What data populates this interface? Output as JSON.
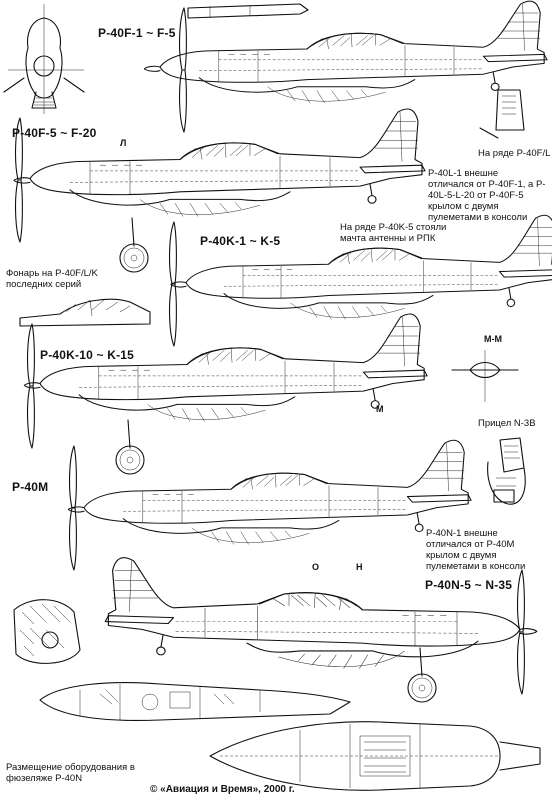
{
  "variants": {
    "f1": "P-40F-1 ~ F-5",
    "f5": "P-40F-5 ~ F-20",
    "k1": "P-40K-1 ~ K-5",
    "k10": "P-40K-10 ~ K-15",
    "m": "P-40M",
    "n5": "P-40N-5 ~ N-35"
  },
  "notes": {
    "p40fl": "На ряде P-40F/L",
    "p40l": "P-40L-1 внешне отличался от P-40F-1, а P-40L-5-L-20 от P-40F-5 крылом с двумя пулеметами в консоли",
    "k5": "На ряде P-40K-5 стояли мачта антенны и РПК",
    "canopy": "Фонарь на P-40F/L/K последних серий",
    "sight": "Прицел N-3B",
    "n1": "P-40N-1 внешне отличался от P-40M крылом с двумя пулеметами в консоли",
    "equipment": "Размещение оборудования в фюзеляже P-40N"
  },
  "markers": {
    "l": "Л",
    "mm": "М-М",
    "m": "М",
    "o": "О",
    "n": "Н"
  },
  "copyright": "© «Авиация и Время», 2000 г."
}
